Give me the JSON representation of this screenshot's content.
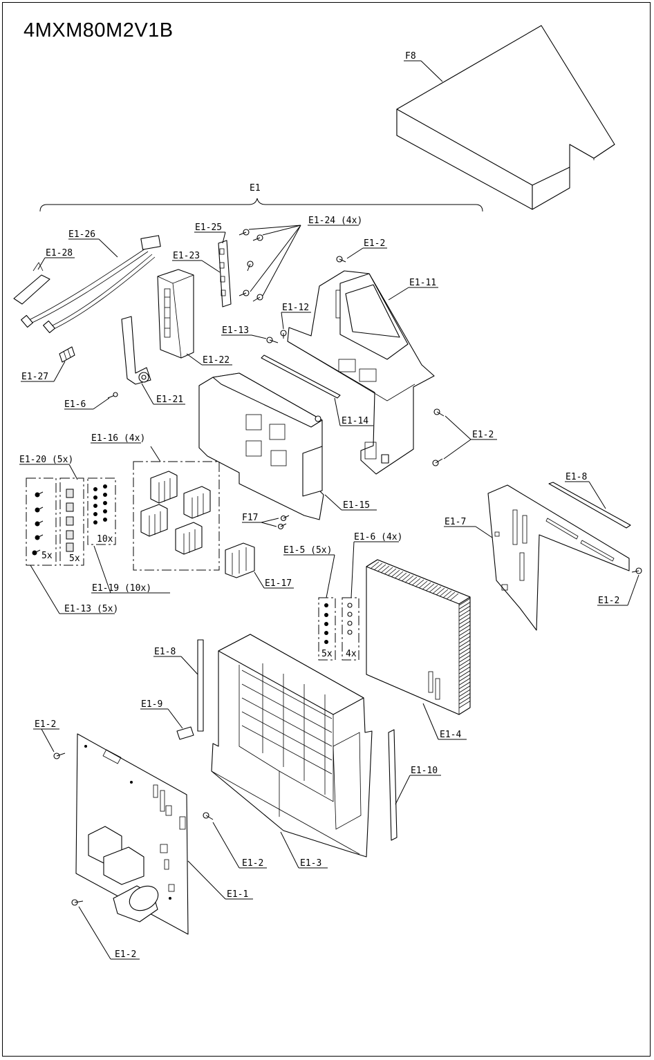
{
  "title": "4MXM80M2V1B",
  "labels": {
    "f8": "F8",
    "e1": "E1",
    "e1_1": "E1-1",
    "e1_2a": "E1-2",
    "e1_2b": "E1-2",
    "e1_2c": "E1-2",
    "e1_2d": "E1-2",
    "e1_2e": "E1-2",
    "e1_2f": "E1-2",
    "e1_3": "E1-3",
    "e1_4": "E1-4",
    "e1_5": "E1-5 (5x)",
    "e1_6a": "E1-6",
    "e1_6b": "E1-6 (4x)",
    "e1_7": "E1-7",
    "e1_8a": "E1-8",
    "e1_8b": "E1-8",
    "e1_9": "E1-9",
    "e1_10": "E1-10",
    "e1_11": "E1-11",
    "e1_12": "E1-12",
    "e1_13a": "E1-13",
    "e1_13b": "E1-13 (5x)",
    "e1_14": "E1-14",
    "e1_15": "E1-15",
    "e1_16": "E1-16 (4x)",
    "e1_17": "E1-17",
    "e1_19": "E1-19 (10x)",
    "e1_20": "E1-20 (5x)",
    "e1_21": "E1-21",
    "e1_22": "E1-22",
    "e1_23": "E1-23",
    "e1_24": "E1-24 (4x)",
    "e1_25": "E1-25",
    "e1_26": "E1-26",
    "e1_27": "E1-27",
    "e1_28": "E1-28",
    "f17": "F17"
  },
  "qty": {
    "q5a": "5x",
    "q5b": "5x",
    "q10": "10x",
    "q5c": "5x",
    "q4": "4x"
  }
}
